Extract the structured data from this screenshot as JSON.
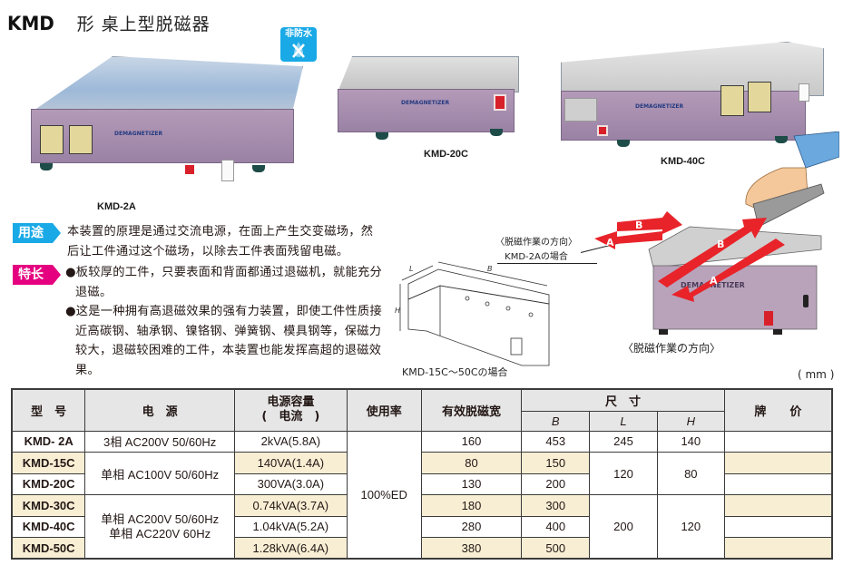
{
  "title": {
    "brand": "KMD",
    "subtitle": "形  桌上型脱磁器"
  },
  "badge": {
    "label": "非防水",
    "icon": "water-drop-crossed-icon",
    "color": "#19a9e6"
  },
  "products": [
    {
      "model": "KMD-2A",
      "caption": "KMD-2A"
    },
    {
      "model": "KMD-20C",
      "caption": "KMD-20C"
    },
    {
      "model": "KMD-40C",
      "caption": "KMD-40C"
    }
  ],
  "usage": {
    "tag": "用途",
    "tag_color": "#19a9e6",
    "text": "本装置的原理是通过交流电源，在面上产生交变磁场，然后让工件通过这个磁场，以除去工件表面残留电磁。"
  },
  "features": {
    "tag": "特长",
    "tag_color": "#e5007f",
    "items": [
      "●板较厚的工件，只要表面和背面都通过退磁机，就能充分退磁。",
      "●这是一种拥有高退磁效果的强有力装置，即使工件性质接近高碳钢、轴承钢、镍铬钢、弹簧钢、模具钢等，保磁力较大，退磁较困难的工件，本装置也能发挥高超的退磁效果。"
    ]
  },
  "diagram": {
    "direction_note_line1": "〈脱磁作業の方向〉",
    "direction_note_line2": "KMD-2Aの場合",
    "sketch_caption": "KMD-15C～50Cの場合",
    "sketch_dims": {
      "B": "B",
      "L": "L",
      "H": "H"
    },
    "direction_caption": "〈脱磁作業の方向〉",
    "arrow_labels": [
      "A",
      "B",
      "B",
      "A"
    ],
    "device_label": "DEMAGNETIZER"
  },
  "unit": "( mm )",
  "table": {
    "headers": {
      "model": "型　号",
      "power": "电　源",
      "capacity_line1": "电源容量",
      "capacity_line2": "(　电流　)",
      "duty": "使用率",
      "width": "有效脱磁宽",
      "size": "尺　寸",
      "B": "B",
      "L": "L",
      "H": "H",
      "price": "牌　　价"
    },
    "rows": [
      {
        "model": "KMD- 2A",
        "power": "3相 AC200V  50/60Hz",
        "capacity": "2kVA(5.8A)",
        "width": "160",
        "B": "453",
        "L": "245",
        "H": "140",
        "price": ""
      },
      {
        "model": "KMD-15C",
        "power": "单相 AC100V  50/60Hz",
        "capacity": "140VA(1.4A)",
        "width": "80",
        "B": "150",
        "L": "120",
        "H": "80",
        "price": ""
      },
      {
        "model": "KMD-20C",
        "power": "",
        "capacity": "300VA(3.0A)",
        "width": "130",
        "B": "200",
        "L": "",
        "H": "",
        "price": ""
      },
      {
        "model": "KMD-30C",
        "power": "单相 AC200V  50/60Hz",
        "power2": "单相 AC220V  60Hz",
        "capacity": "0.74kVA(3.7A)",
        "width": "180",
        "B": "300",
        "L": "200",
        "H": "120",
        "price": ""
      },
      {
        "model": "KMD-40C",
        "power": "",
        "capacity": "1.04kVA(5.2A)",
        "width": "280",
        "B": "400",
        "L": "",
        "H": "",
        "price": ""
      },
      {
        "model": "KMD-50C",
        "power": "",
        "capacity": "1.28kVA(6.4A)",
        "width": "380",
        "B": "500",
        "L": "",
        "H": "",
        "price": ""
      }
    ],
    "duty_value": "100%ED",
    "row_highlight_color": "#f8eed4",
    "header_bg": "#e6e6e6"
  }
}
